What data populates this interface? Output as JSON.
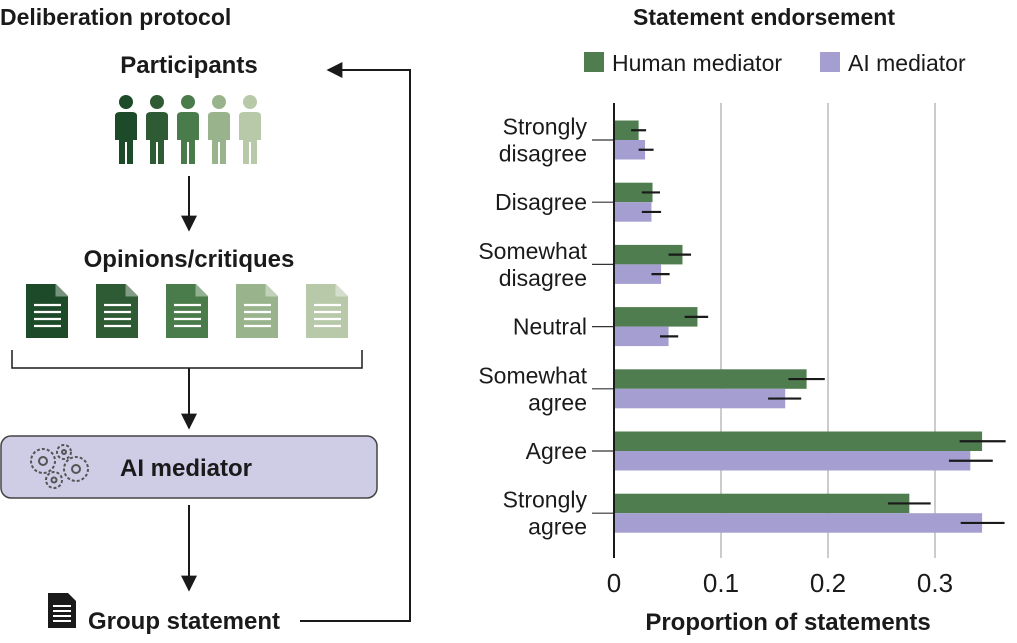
{
  "protocol": {
    "title": "Deliberation protocol",
    "participants_label": "Participants",
    "opinions_label": "Opinions/critiques",
    "mediator_label": "AI mediator",
    "statement_label": "Group statement",
    "shade_colors": [
      "#1d4a28",
      "#2e5a34",
      "#4a7b4a",
      "#99b48c",
      "#b8c9aa"
    ]
  },
  "chart_data": {
    "type": "bar",
    "orientation": "horizontal",
    "title": "Statement endorsement",
    "xlabel": "Proportion of statements",
    "ylabel": "",
    "xlim": [
      0,
      0.37
    ],
    "xticks": [
      "0",
      "0.1",
      "0.2",
      "0.3"
    ],
    "xtick_values": [
      0,
      0.1,
      0.2,
      0.3
    ],
    "grid": "vertical",
    "legend_position": "top",
    "categories": [
      [
        "Strongly",
        "disagree"
      ],
      [
        "Disagree"
      ],
      [
        "Somewhat",
        "disagree"
      ],
      [
        "Neutral"
      ],
      [
        "Somewhat",
        "agree"
      ],
      [
        "Agree"
      ],
      [
        "Strongly",
        "agree"
      ]
    ],
    "series": [
      {
        "name": "Human mediator",
        "color": "#4f7d4f",
        "values": [
          0.023,
          0.036,
          0.064,
          0.078,
          0.18,
          0.344,
          0.276
        ],
        "ci_low": [
          0.016,
          0.026,
          0.051,
          0.066,
          0.163,
          0.323,
          0.256
        ],
        "ci_high": [
          0.03,
          0.043,
          0.072,
          0.088,
          0.197,
          0.366,
          0.296
        ]
      },
      {
        "name": "AI mediator",
        "color": "#a59fd1",
        "values": [
          0.029,
          0.035,
          0.044,
          0.051,
          0.16,
          0.333,
          0.344
        ],
        "ci_low": [
          0.023,
          0.026,
          0.035,
          0.043,
          0.144,
          0.313,
          0.324
        ],
        "ci_high": [
          0.037,
          0.044,
          0.052,
          0.06,
          0.175,
          0.354,
          0.365
        ]
      }
    ]
  }
}
